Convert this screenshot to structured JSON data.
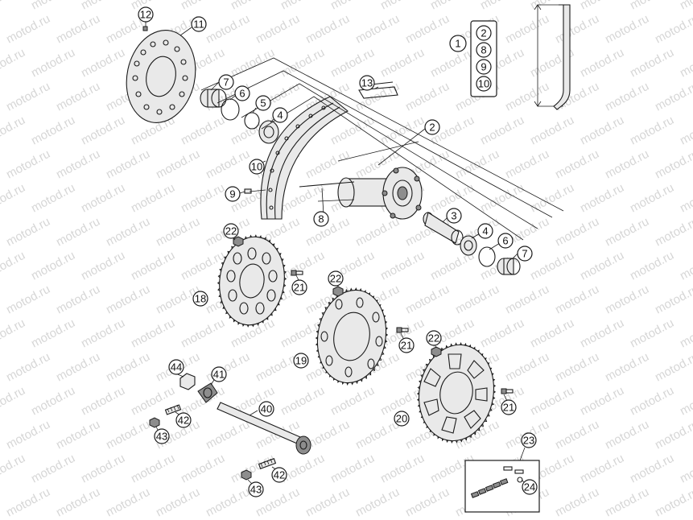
{
  "watermark": "motod.ru",
  "callouts": [
    {
      "id": "c-12",
      "label": "12"
    },
    {
      "id": "c-11",
      "label": "11"
    },
    {
      "id": "c-7a",
      "label": "7"
    },
    {
      "id": "c-6a",
      "label": "6"
    },
    {
      "id": "c-5",
      "label": "5"
    },
    {
      "id": "c-4a",
      "label": "4"
    },
    {
      "id": "c-13",
      "label": "13"
    },
    {
      "id": "c-2",
      "label": "2"
    },
    {
      "id": "c-10",
      "label": "10"
    },
    {
      "id": "c-9",
      "label": "9"
    },
    {
      "id": "c-8",
      "label": "8"
    },
    {
      "id": "c-3",
      "label": "3"
    },
    {
      "id": "c-4b",
      "label": "4"
    },
    {
      "id": "c-6b",
      "label": "6"
    },
    {
      "id": "c-7b",
      "label": "7"
    },
    {
      "id": "c-22a",
      "label": "22"
    },
    {
      "id": "c-21a",
      "label": "21"
    },
    {
      "id": "c-18",
      "label": "18"
    },
    {
      "id": "c-22b",
      "label": "22"
    },
    {
      "id": "c-21b",
      "label": "21"
    },
    {
      "id": "c-19",
      "label": "19"
    },
    {
      "id": "c-22c",
      "label": "22"
    },
    {
      "id": "c-21c",
      "label": "21"
    },
    {
      "id": "c-20",
      "label": "20"
    },
    {
      "id": "c-44",
      "label": "44"
    },
    {
      "id": "c-41",
      "label": "41"
    },
    {
      "id": "c-40",
      "label": "40"
    },
    {
      "id": "c-42a",
      "label": "42"
    },
    {
      "id": "c-43a",
      "label": "43"
    },
    {
      "id": "c-42b",
      "label": "42"
    },
    {
      "id": "c-43b",
      "label": "43"
    },
    {
      "id": "c-23",
      "label": "23"
    },
    {
      "id": "c-24",
      "label": "24"
    }
  ],
  "kit_legend": {
    "assembly_label": "1",
    "contents": [
      "2",
      "8",
      "9",
      "10"
    ]
  }
}
